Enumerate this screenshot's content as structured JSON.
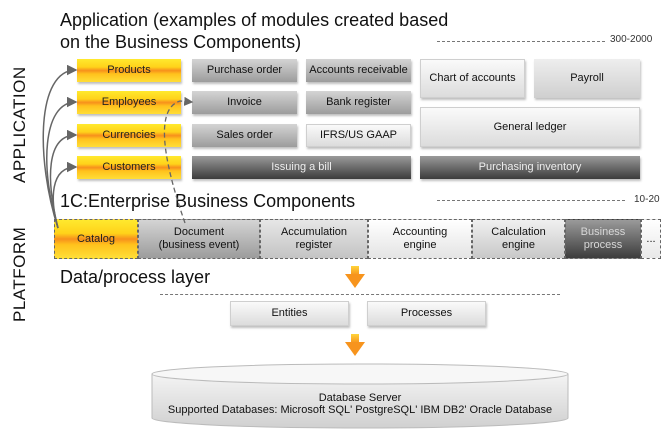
{
  "titles": {
    "application_line1": "Application (examples of modules created based",
    "application_line2": "on the Business Components)",
    "components": "1C:Enterprise Business Components",
    "data_layer": "Data/process layer"
  },
  "side_labels": {
    "application": "APPLICATION",
    "platform": "PLATFORM"
  },
  "counts": {
    "application": "300-2000",
    "components": "10-20"
  },
  "application_modules": {
    "catalog_items": [
      "Products",
      "Employees",
      "Currencies",
      "Customers"
    ],
    "documents": [
      "Purchase order",
      "Invoice",
      "Sales order"
    ],
    "column3": [
      "Accounts receivable",
      "Bank register",
      "IFRS/US GAAP"
    ],
    "chart_of_accounts": "Chart of accounts",
    "payroll": "Payroll",
    "general_ledger": "General ledger",
    "issuing_bill": "Issuing a bill",
    "purchasing_inventory": "Purchasing inventory"
  },
  "platform_components": [
    {
      "line1": "Catalog",
      "line2": ""
    },
    {
      "line1": "Document",
      "line2": "(business event)"
    },
    {
      "line1": "Accumulation",
      "line2": "register"
    },
    {
      "line1": "Accounting",
      "line2": "engine"
    },
    {
      "line1": "Calculation",
      "line2": "engine"
    },
    {
      "line1": "Business",
      "line2": "process"
    },
    {
      "line1": "...",
      "line2": ""
    }
  ],
  "data_layer": {
    "entities": "Entities",
    "processes": "Processes"
  },
  "database": {
    "title": "Database Server",
    "supported": "Supported Databases: Microsoft SQL' PostgreSQL' IBM DB2' Oracle Database"
  },
  "colors": {
    "accent_yellow": "#ffd21a",
    "accent_orange": "#f7901c",
    "arrow": "#ffb300"
  }
}
